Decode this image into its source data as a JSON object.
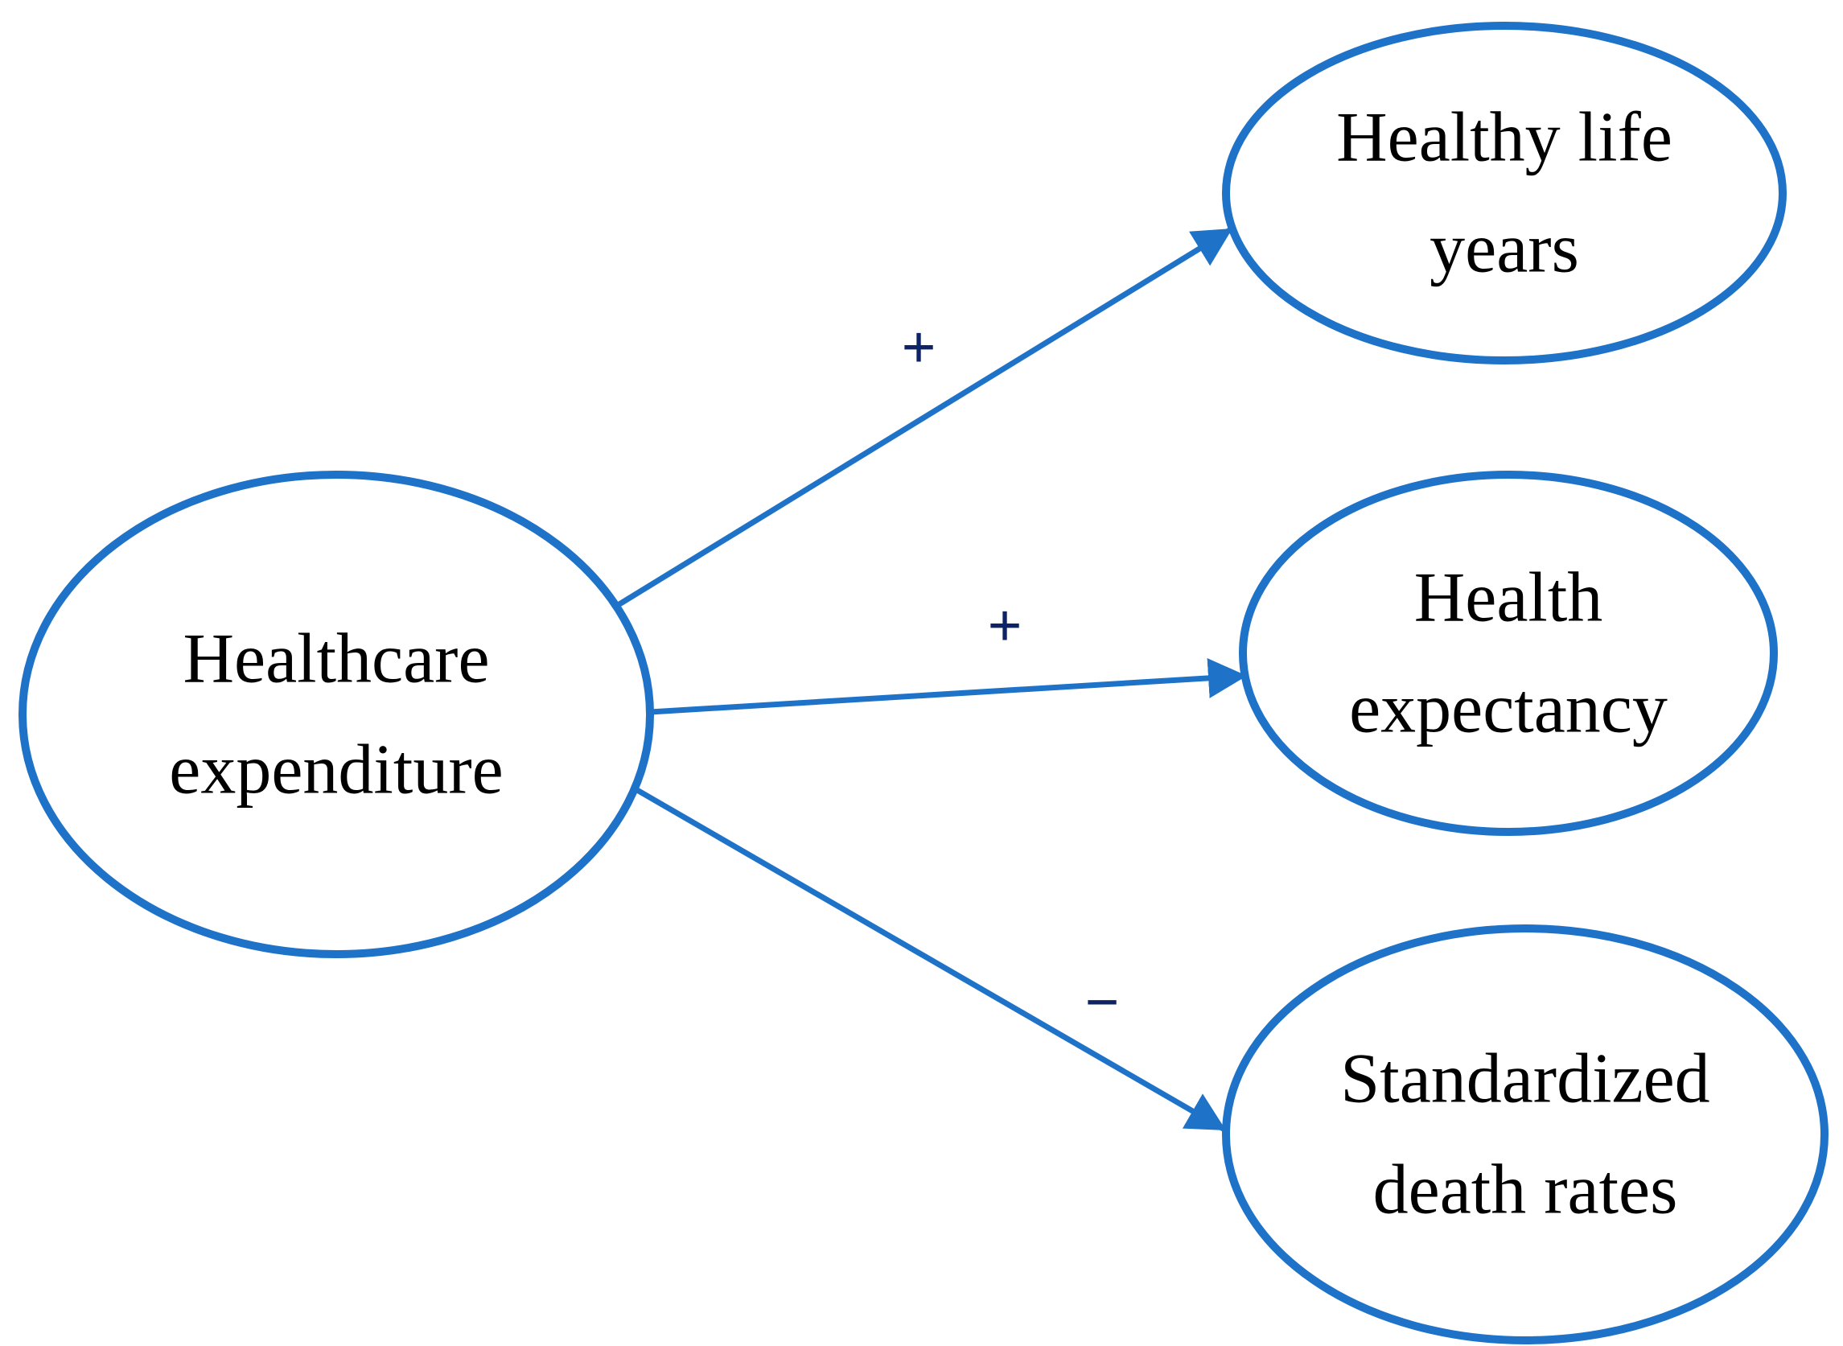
{
  "diagram": {
    "nodes": [
      {
        "id": "healthcare-expenditure",
        "line1": "Healthcare",
        "line2": "expenditure"
      },
      {
        "id": "healthy-life-years",
        "line1": "Healthy life",
        "line2": "years"
      },
      {
        "id": "health-expectancy",
        "line1": "Health",
        "line2": "expectancy"
      },
      {
        "id": "standardized-death-rates",
        "line1": "Standardized",
        "line2": "death rates"
      }
    ],
    "edges": [
      {
        "from": "healthcare-expenditure",
        "to": "healthy-life-years",
        "sign": "+"
      },
      {
        "from": "healthcare-expenditure",
        "to": "health-expectancy",
        "sign": "+"
      },
      {
        "from": "healthcare-expenditure",
        "to": "standardized-death-rates",
        "sign": "−"
      }
    ],
    "colors": {
      "node-stroke": "#1E73C8",
      "edge-blue": "#1E73C8",
      "sign-navy": "#0D2365",
      "text-black": "#000000"
    }
  }
}
